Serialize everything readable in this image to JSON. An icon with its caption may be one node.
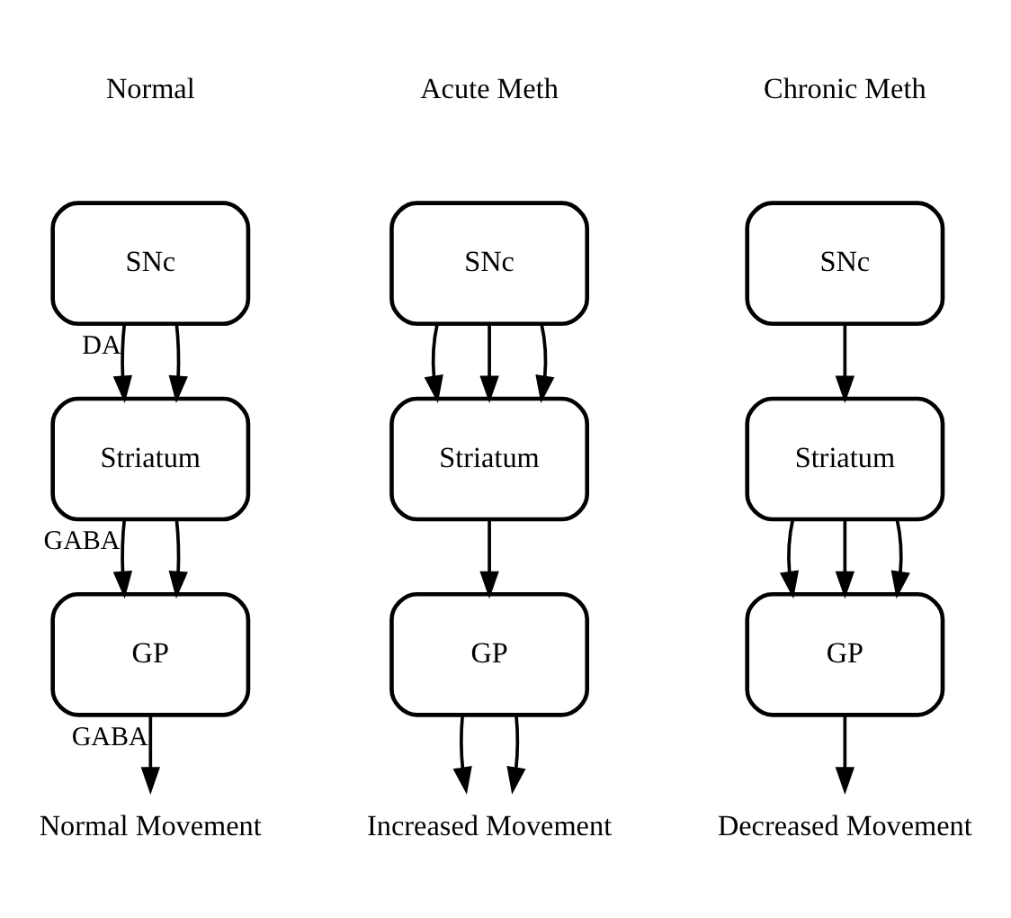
{
  "diagram": {
    "nodes": [
      {
        "text": [
          "SNc"
        ]
      },
      {
        "text": [
          "Striatum"
        ]
      },
      {
        "text": [
          "GP"
        ]
      },
      {
        "text": [
          "Normal Movement"
        ]
      },
      {
        "text": [
          "SNc"
        ]
      },
      {
        "text": [
          "Striatum"
        ]
      },
      {
        "text": [
          "GP"
        ]
      },
      {
        "text": [
          "Increased Movement"
        ]
      },
      {
        "text": [
          "SNc"
        ]
      },
      {
        "text": [
          "Striatum"
        ]
      },
      {
        "text": [
          "GP"
        ]
      },
      {
        "text": [
          "Decreased Movement"
        ]
      }
    ],
    "edges": [
      {
        "from": 0,
        "to": 1,
        "arrow": "to",
        "label": "DA"
      },
      {
        "from": 0,
        "to": 1,
        "arrow": "to"
      },
      {
        "from": 1,
        "to": 2,
        "arrow": "to",
        "label": "GABA"
      },
      {
        "from": 1,
        "to": 2,
        "arrow": "to"
      },
      {
        "from": 2,
        "to": 3,
        "arrow": "to",
        "label": "GABA"
      },
      {
        "from": 4,
        "to": 5,
        "arrow": "to"
      },
      {
        "from": 4,
        "to": 5,
        "arrow": "to"
      },
      {
        "from": 4,
        "to": 5,
        "arrow": "to"
      },
      {
        "from": 5,
        "to": 6,
        "arrow": "to"
      },
      {
        "from": 6,
        "to": 7,
        "arrow": "to"
      },
      {
        "from": 6,
        "to": 7,
        "arrow": "to"
      },
      {
        "from": 8,
        "to": 9,
        "arrow": "to"
      },
      {
        "from": 9,
        "to": 10,
        "arrow": "to"
      },
      {
        "from": 9,
        "to": 10,
        "arrow": "to"
      },
      {
        "from": 9,
        "to": 10,
        "arrow": "to"
      },
      {
        "from": 10,
        "to": 11,
        "arrow": "to"
      }
    ],
    "labels": [
      "Normal",
      "Acute Meth",
      "Chronic Meth"
    ]
  }
}
